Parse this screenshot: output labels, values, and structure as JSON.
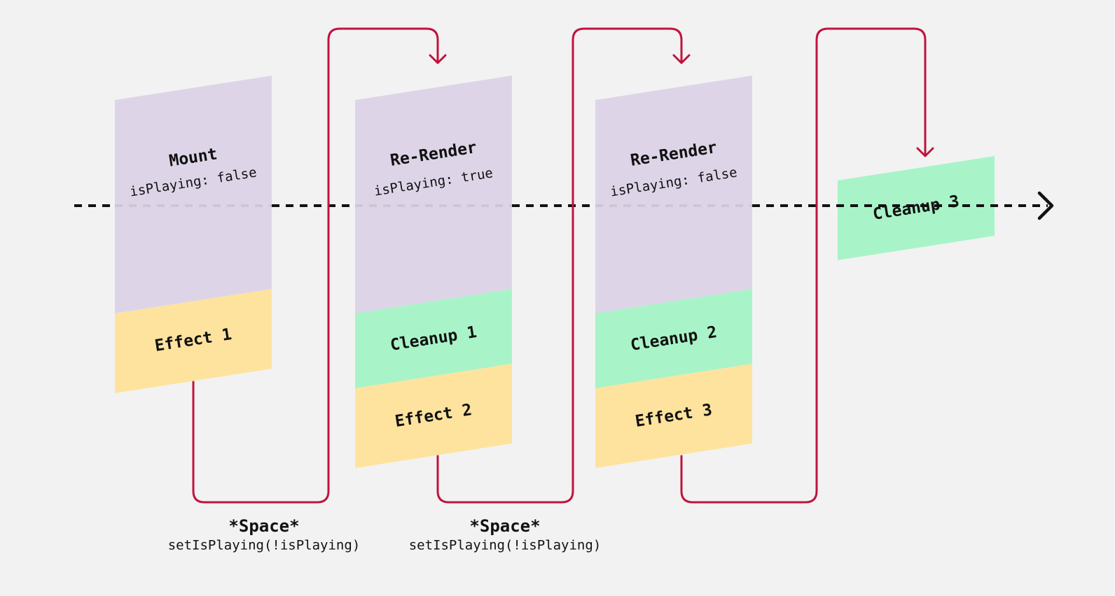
{
  "colors": {
    "background": "#f2f2f2",
    "render": "#ddd5e7",
    "effect": "#fee39e",
    "cleanup": "#a8f4c8",
    "flow": "#c0133d",
    "timeline": "#111111"
  },
  "columns": [
    {
      "title": "Mount",
      "state": "isPlaying: false",
      "cleanup": "",
      "effect": "Effect 1"
    },
    {
      "title": "Re-Render",
      "state": "isPlaying: true",
      "cleanup": "Cleanup 1",
      "effect": "Effect 2"
    },
    {
      "title": "Re-Render",
      "state": "isPlaying: false",
      "cleanup": "Cleanup 2",
      "effect": "Effect 3"
    }
  ],
  "final_block": {
    "label": "Cleanup 3"
  },
  "events": [
    {
      "key": "*Space*",
      "call": "setIsPlaying(!isPlaying)"
    },
    {
      "key": "*Space*",
      "call": "setIsPlaying(!isPlaying)"
    }
  ]
}
